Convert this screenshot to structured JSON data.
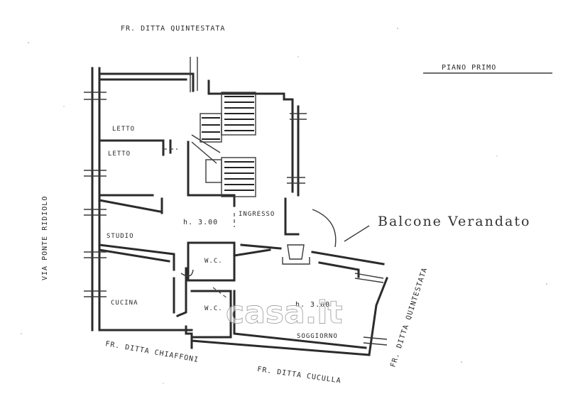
{
  "labels": {
    "neighbor_top": "FR. DITTA QUINTESTATA",
    "floor_title": "PIANO PRIMO",
    "street_left": "VIA PONTE RIDIOLO",
    "balcony_note": "Balcone Verandato",
    "neighbor_bottom_left": "FR. DITTA CHIAFFONI",
    "neighbor_bottom_mid": "FR. DITTA CUCULLA",
    "neighbor_right": "FR. DITTA QUINTESTATA"
  },
  "rooms": {
    "letto_1": "LETTO",
    "letto_2": "LETTO",
    "studio": "STUDIO",
    "cucina": "CUCINA",
    "ingresso": "INGRESSO",
    "wc_1": "W.C.",
    "wc_2": "W.C.",
    "soggiorno": "SOGGIORNO"
  },
  "heights": {
    "hall_height": "h. 3.00",
    "living_height": "h. 3.00"
  },
  "watermark": "casa.it"
}
